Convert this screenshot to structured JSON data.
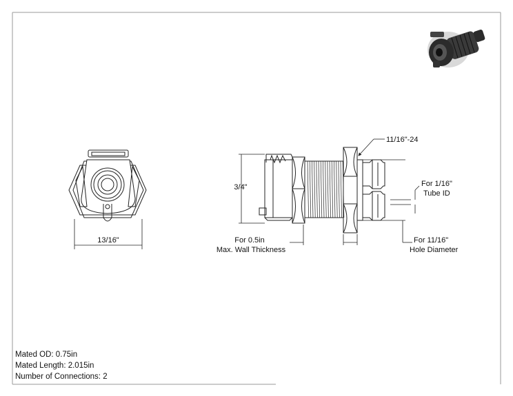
{
  "labels": {
    "front_width": "13/16\"",
    "side_height": "3/4\"",
    "thread": "11/16\"-24",
    "tube_id_line1": "For 1/16\"",
    "tube_id_line2": "Tube ID",
    "wall_line1": "For 0.5in",
    "wall_line2": "Max. Wall Thickness",
    "hole_line1": "For 11/16\"",
    "hole_line2": "Hole Diameter"
  },
  "specs": {
    "mated_od": "Mated OD: 0.75in",
    "mated_length": "Mated Length: 2.015in",
    "connections": "Number of Connections: 2"
  },
  "colors": {
    "line": "#222222",
    "frame": "#9a9a9a",
    "render": "#2b2b2b"
  }
}
